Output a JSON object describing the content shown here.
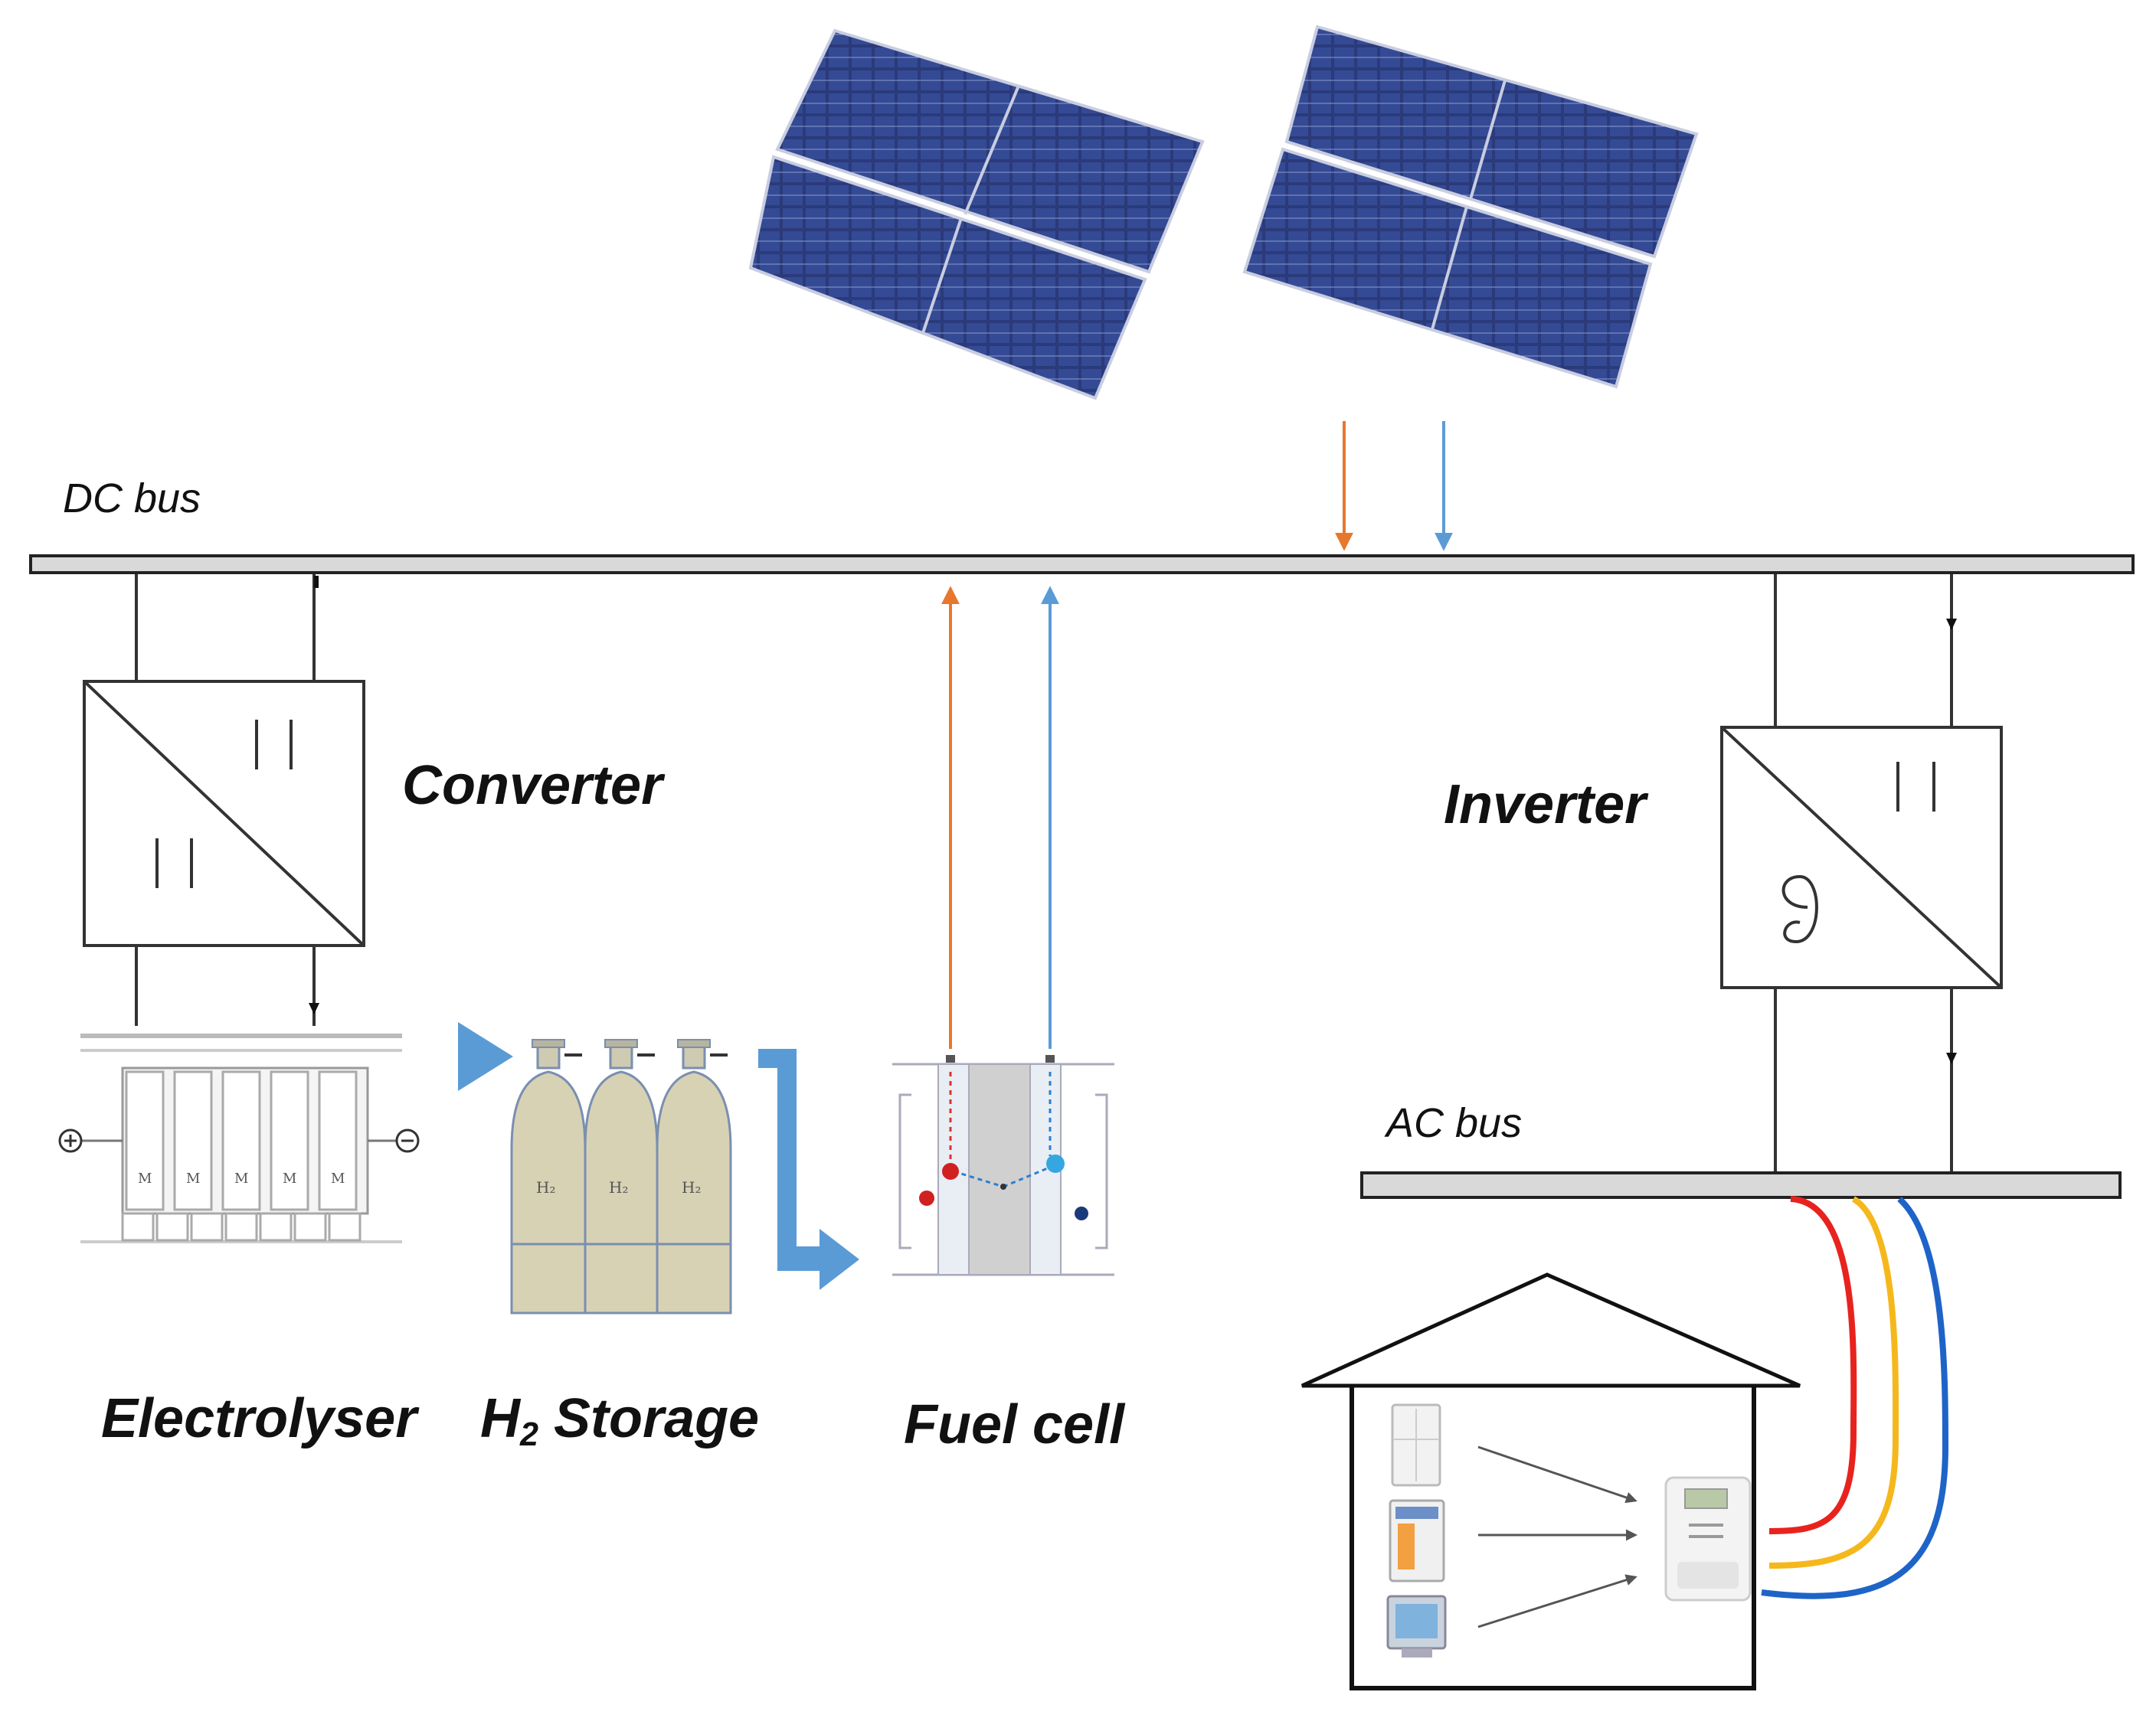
{
  "labels": {
    "dc_bus": "DC bus",
    "ac_bus": "AC bus",
    "converter": "Converter",
    "inverter": "Inverter",
    "electrolyser": "Electrolyser",
    "h2_storage_h": "H",
    "h2_storage_sub": "2",
    "h2_storage_rest": " Storage",
    "fuel_cell": "Fuel cell"
  },
  "cylinder_label": "H₂",
  "colors": {
    "panel": "#2b3a7a",
    "panel_grid": "#8d9bd0",
    "flow_orange": "#e8772e",
    "flow_blue": "#5b9bd5",
    "storage_arrow": "#5b9bd5",
    "cylinder": "#d8d2b4",
    "wire_red": "#e8231e",
    "wire_yellow": "#f5b81c",
    "wire_blue": "#1e64c8",
    "bus_fill": "#d9d9d9"
  }
}
